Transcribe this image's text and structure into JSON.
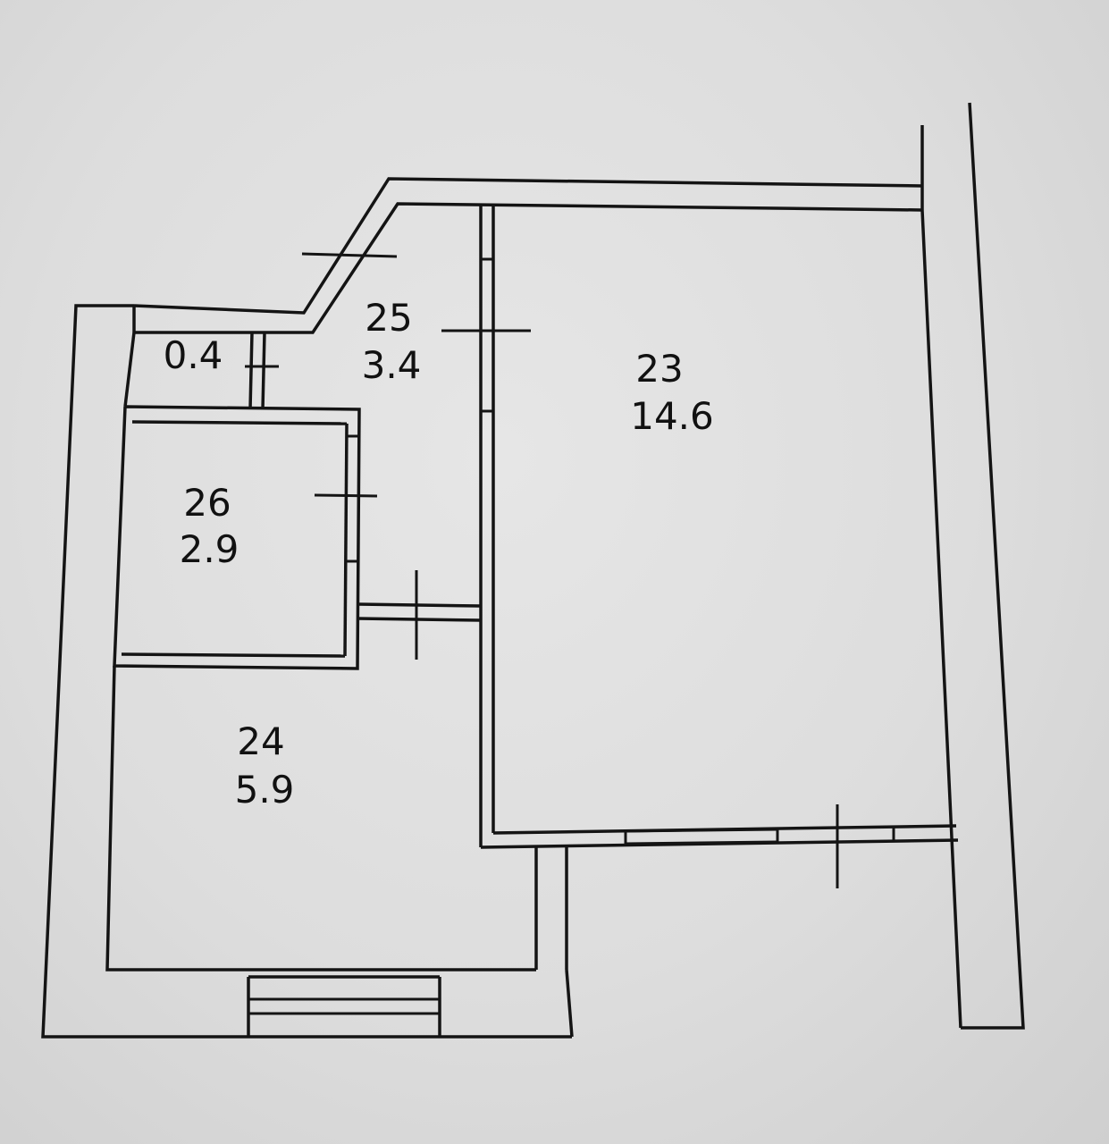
{
  "rooms": [
    {
      "number": "23",
      "area": "14.6"
    },
    {
      "number": "24",
      "area": "5.9"
    },
    {
      "number": "25",
      "area": "3.4"
    },
    {
      "number": "26",
      "area": "2.9"
    },
    {
      "number": "",
      "area": "0.4"
    }
  ],
  "colors": {
    "paper": "#dddddd",
    "ink": "#141414"
  }
}
